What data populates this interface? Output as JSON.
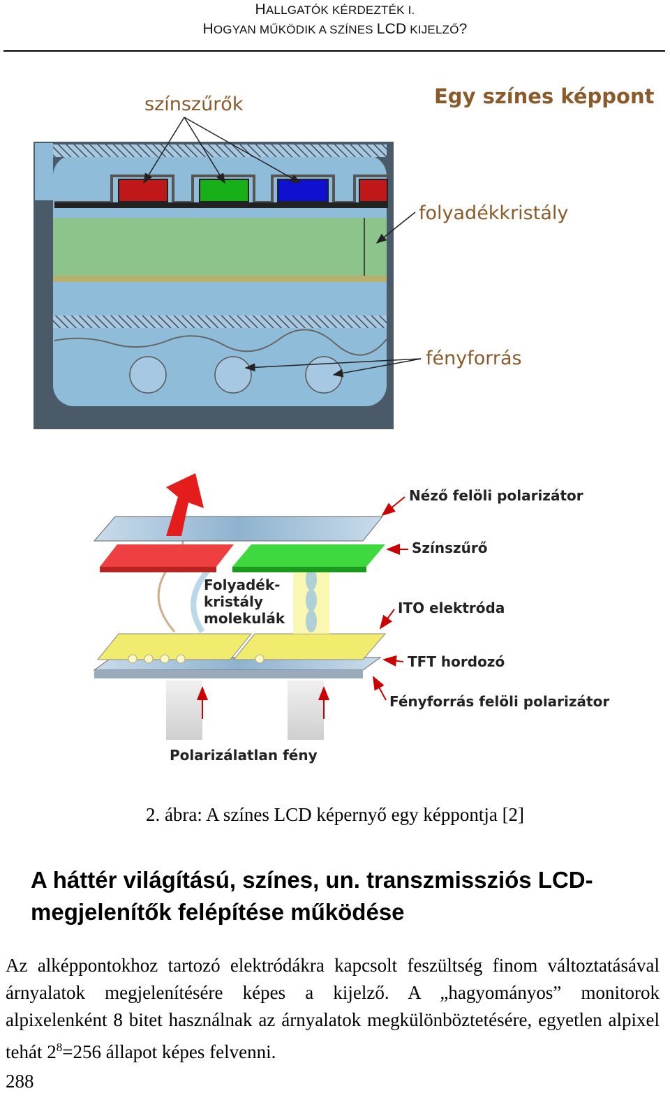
{
  "header": {
    "line1_cap": "H",
    "line1_rest": "ALLGATÓK KÉRDEZTÉK I.",
    "line2_parts": [
      "H",
      "OGYAN MŰKÖDIK A SZÍNES ",
      "LCD",
      " KIJELZŐ",
      "?"
    ]
  },
  "figure_top": {
    "title": "Egy színes képpont",
    "label_filters": "színszűrők",
    "label_lc": "folyadékkristály",
    "label_light": "fényforrás"
  },
  "figure_bottom": {
    "label_front_polarizer": "Néző felöli polarizátor",
    "label_color_filter": "Színszűrő",
    "label_lc_molecules": [
      "Folyadék-",
      "kristály",
      "molekulák"
    ],
    "label_ito": "ITO elektróda",
    "label_tft": "TFT hordozó",
    "label_back_polarizer": "Fényforrás felöli polarizátor",
    "label_unpolarized": "Polarizálatlan fény"
  },
  "colors": {
    "panel_blue": "#8fbcd8",
    "lc_green": "#8cc48c",
    "filter_red": "#c01818",
    "filter_green": "#18b018",
    "filter_blue": "#1010d0",
    "label_orange": "#8b5a2b",
    "frame_gray": "#4a5a68"
  },
  "caption": "2. ábra: A színes LCD képernyő egy képpontja [2]",
  "heading": [
    "A háttér világítású, színes, un. transzmissziós LCD-",
    "megjelenítők felépítése működése"
  ],
  "paragraph": {
    "before_sup": "Az alképpontokhoz tartozó elektródákra kapcsolt feszültség finom változtatásával árnyalatok megjelenítésére képes a kijelző. A „hagyományos” monitorok alpixelenként 8 bitet használnak az árnyalatok megkülönböztetésére, egyetlen alpixel tehát 2",
    "sup": "8",
    "after_sup": "=256 állapot képes felvenni."
  },
  "page_number": "288"
}
